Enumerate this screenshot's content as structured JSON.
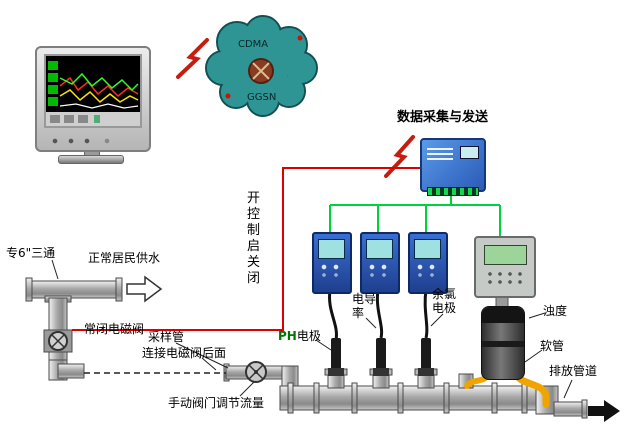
{
  "cloud": {
    "label_top": "CDMA",
    "label_bottom": "GGSN"
  },
  "collector": {
    "label": "数据采集与发送"
  },
  "control": {
    "label": "开控制启关闭"
  },
  "plumbing": {
    "tee": "专6\"三通",
    "supply": "正常居民供水",
    "solenoid": "常闭电磁阀",
    "sampling": "采样管",
    "connect": "连接电磁阀后面",
    "manual_valve": "手动阀门调节流量",
    "hose": "软管",
    "discharge": "排放管道"
  },
  "sensors": {
    "ph_abbr": "PH",
    "ph_word": "电极",
    "conductivity": "电导率",
    "chlorine": "余氯电极",
    "turbidity": "浊度"
  },
  "colors": {
    "cloud_fill": "#2f9494",
    "signal_line": "#00d23c",
    "control_line": "#dd0000",
    "lightning": "#c41e10",
    "hose": "#f0a400",
    "analyzer_body": "#2a52b0",
    "collector_body": "#3a78d0",
    "ph_text": "#007700"
  },
  "monitor": {
    "trace_colors": [
      "#ff2a2a",
      "#ffe100",
      "#2aff2a",
      "#ffffff"
    ]
  }
}
